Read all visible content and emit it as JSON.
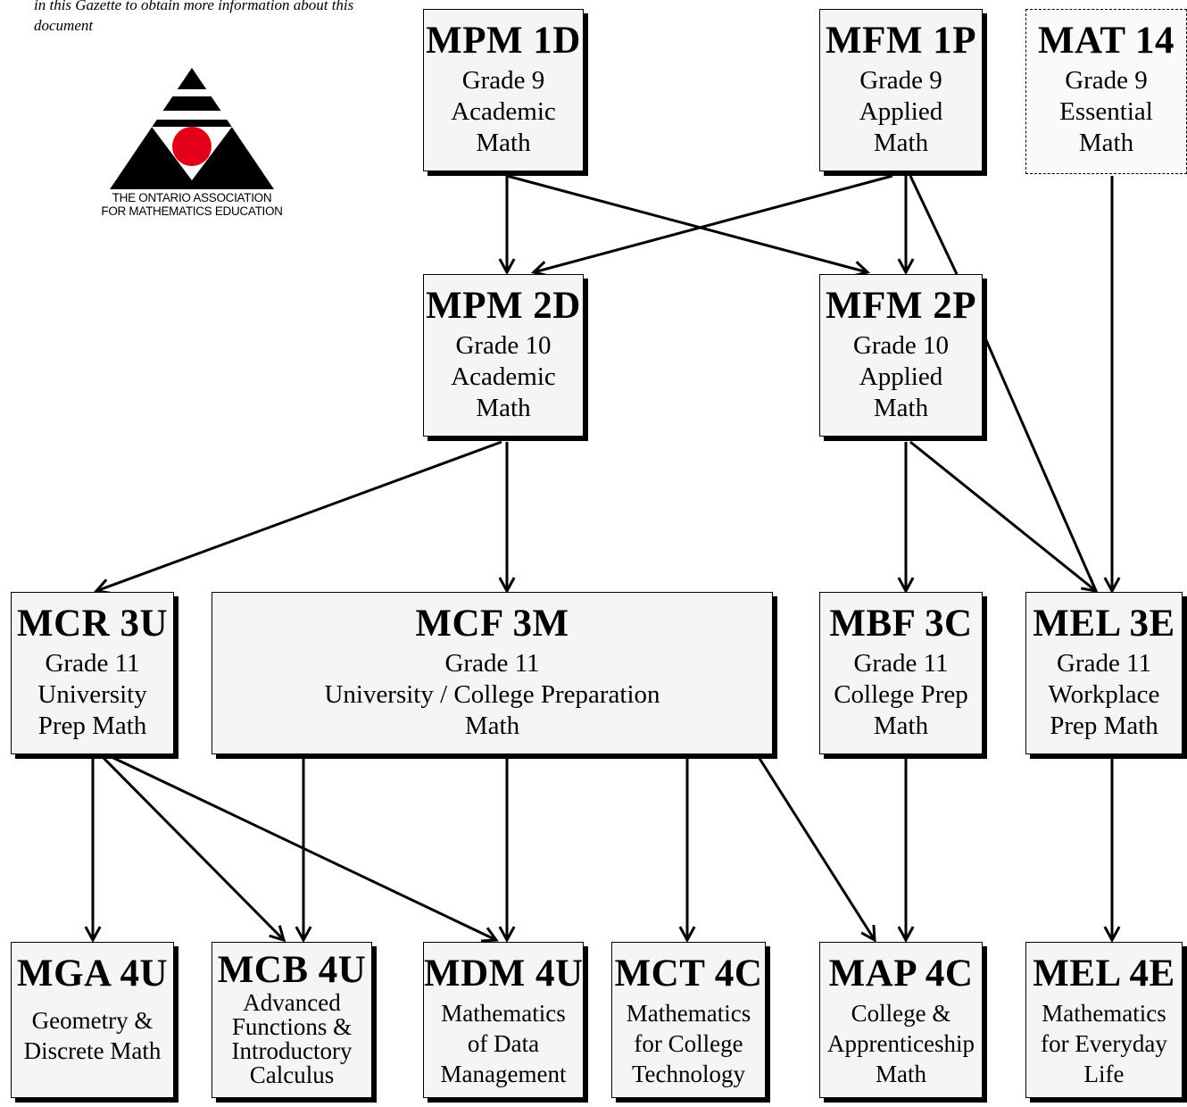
{
  "header_note": "in this Gazette to obtain more information about this document",
  "logo": {
    "name": "oame-logo",
    "caption_line1": "THE ONTARIO ASSOCIATION",
    "caption_line2": "FOR MATHEMATICS EDUCATION",
    "accent": "#e3001b"
  },
  "courses": {
    "mpm1d": {
      "code": "MPM 1D",
      "desc": "Grade 9\nAcademic\nMath"
    },
    "mfm1p": {
      "code": "MFM 1P",
      "desc": "Grade 9\nApplied\nMath"
    },
    "mat14": {
      "code": "MAT 14",
      "desc": "Grade 9\nEssential\nMath"
    },
    "mpm2d": {
      "code": "MPM 2D",
      "desc": "Grade 10\nAcademic\nMath"
    },
    "mfm2p": {
      "code": "MFM 2P",
      "desc": "Grade 10\nApplied\nMath"
    },
    "mcr3u": {
      "code": "MCR 3U",
      "desc": "Grade 11\nUniversity\nPrep Math"
    },
    "mcf3m": {
      "code": "MCF 3M",
      "desc": "Grade 11\nUniversity / College Preparation\nMath"
    },
    "mbf3c": {
      "code": "MBF 3C",
      "desc": "Grade 11\nCollege Prep\nMath"
    },
    "mel3e": {
      "code": "MEL 3E",
      "desc": "Grade 11\nWorkplace\nPrep Math"
    },
    "mga4u": {
      "code": "MGA 4U",
      "desc": "Geometry &\nDiscrete Math"
    },
    "mcb4u": {
      "code": "MCB 4U",
      "desc": "Advanced\nFunctions &\nIntroductory\nCalculus"
    },
    "mdm4u": {
      "code": "MDM 4U",
      "desc": "Mathematics\nof Data\nManagement"
    },
    "mct4c": {
      "code": "MCT 4C",
      "desc": "Mathematics\nfor College\nTechnology"
    },
    "map4c": {
      "code": "MAP 4C",
      "desc": "College &\nApprenticeship\nMath"
    },
    "mel4e": {
      "code": "MEL 4E",
      "desc": "Mathematics\nfor Everyday\nLife"
    }
  },
  "connections": [
    [
      "mpm1d",
      "mpm2d"
    ],
    [
      "mpm1d",
      "mfm2p"
    ],
    [
      "mfm1p",
      "mpm2d"
    ],
    [
      "mfm1p",
      "mfm2p"
    ],
    [
      "mpm2d",
      "mcr3u"
    ],
    [
      "mpm2d",
      "mcf3m"
    ],
    [
      "mfm2p",
      "mbf3c"
    ],
    [
      "mfm2p",
      "mel3e"
    ],
    [
      "mat14",
      "mel3e"
    ],
    [
      "mcr3u",
      "mga4u"
    ],
    [
      "mcr3u",
      "mcb4u"
    ],
    [
      "mcr3u",
      "mdm4u"
    ],
    [
      "mcf3m",
      "mcb4u"
    ],
    [
      "mcf3m",
      "mdm4u"
    ],
    [
      "mcf3m",
      "mct4c"
    ],
    [
      "mcf3m",
      "map4c"
    ],
    [
      "mbf3c",
      "map4c"
    ],
    [
      "mel3e",
      "mel4e"
    ]
  ]
}
